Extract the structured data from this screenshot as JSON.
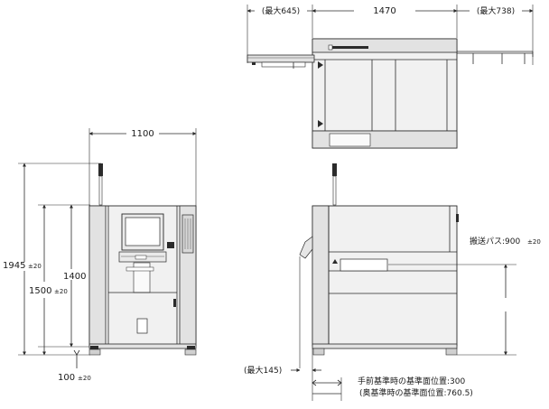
{
  "top_view": {
    "width_dim": "1470",
    "left_ext": "(最大645)",
    "right_ext": "(最大738)"
  },
  "front_view": {
    "width_dim": "1100",
    "height_overall": "1945",
    "height_overall_tol": "±20",
    "height_body": "1400",
    "height_mid": "1500",
    "height_mid_tol": "±20",
    "foot_height": "100",
    "foot_height_tol": "±20"
  },
  "side_view": {
    "pass_line": "搬送パス:900",
    "pass_line_tol": "±20",
    "front_max": "(最大145)",
    "ref_front": "手前基準時の基準面位置:300",
    "ref_back": "(奥基準時の基準面位置:760.5)"
  }
}
